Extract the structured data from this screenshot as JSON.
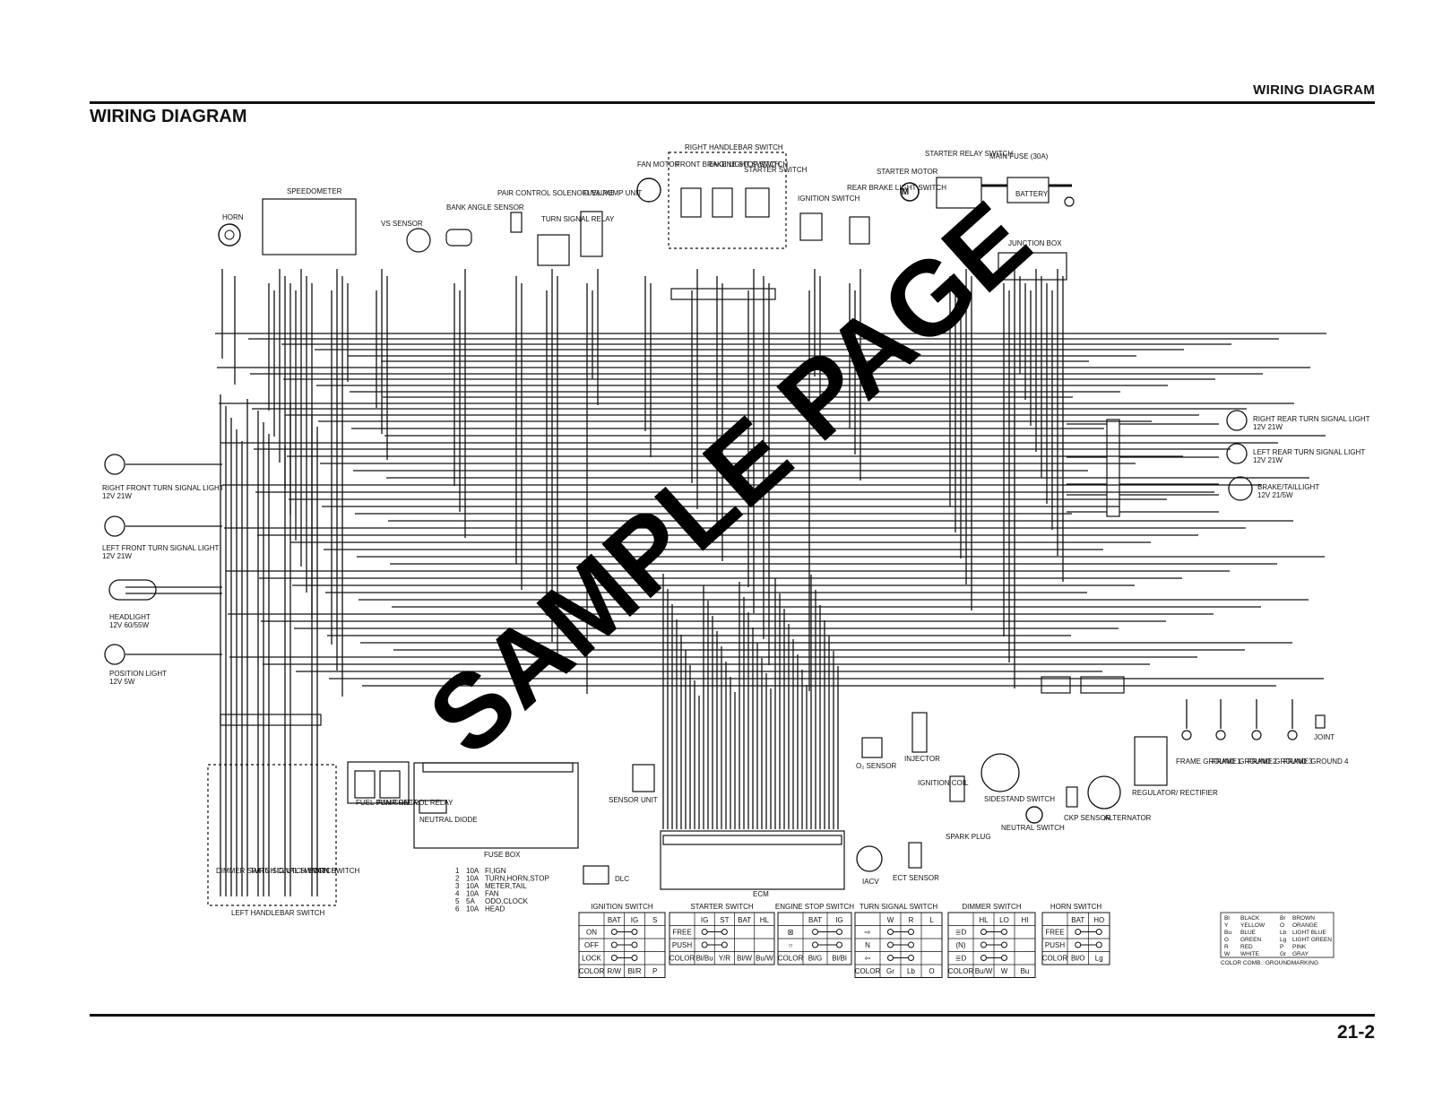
{
  "header": {
    "section_title": "WIRING DIAGRAM",
    "page_title": "WIRING DIAGRAM",
    "page_number": "21-2",
    "watermark": "SAMPLE PAGE"
  },
  "components": {
    "horn": "HORN",
    "speedometer": "SPEEDOMETER",
    "vs_sensor": "VS SENSOR",
    "bank_angle_sensor": "BANK ANGLE SENSOR",
    "pair_control": "PAIR CONTROL SOLENOID VALVE",
    "turn_signal_relay": "TURN SIGNAL RELAY",
    "fuel_pump_unit": "FUEL PUMP UNIT",
    "fan_motor": "FAN MOTOR",
    "right_handlebar_switch": "RIGHT HANDLEBAR SWITCH",
    "front_brake_light_switch": "FRONT BRAKE LIGHT SWITCH",
    "engine_stop_switch": "ENGINE STOP SWITCH",
    "starter_switch": "STARTER SWITCH",
    "ignition_switch": "IGNITION SWITCH",
    "rear_brake_light_switch": "REAR BRAKE LIGHT SWITCH",
    "starter_motor": "STARTER MOTOR",
    "starter_relay_switch": "STARTER RELAY SWITCH",
    "main_fuse": "MAIN FUSE (30A)",
    "battery": "BATTERY",
    "junction_box": "JUNCTION BOX",
    "right_front_turn": "RIGHT FRONT TURN SIGNAL LIGHT",
    "right_front_turn_spec": "12V 21W",
    "left_front_turn": "LEFT FRONT TURN SIGNAL LIGHT",
    "left_front_turn_spec": "12V 21W",
    "headlight": "HEADLIGHT",
    "headlight_spec": "12V 60/55W",
    "position_light": "POSITION LIGHT",
    "position_light_spec": "12V 5W",
    "right_rear_turn": "RIGHT REAR TURN SIGNAL LIGHT",
    "right_rear_turn_spec": "12V 21W",
    "left_rear_turn": "LEFT REAR TURN SIGNAL LIGHT",
    "left_rear_turn_spec": "12V 21W",
    "brake_taillight": "BRAKE/TAILLIGHT",
    "brake_taillight_spec": "12V 21/5W",
    "fuel_pump_relay": "FUEL PUMP RELAY",
    "fan_control_relay": "FAN CONTROL RELAY",
    "neutral_diode": "NEUTRAL DIODE",
    "fuse_box": "FUSE BOX",
    "sensor_unit": "SENSOR UNIT",
    "dlc": "DLC",
    "ecm": "ECM",
    "iacv": "IACV",
    "ect_sensor": "ECT SENSOR",
    "o2_sensor": "O₂ SENSOR",
    "injector": "INJECTOR",
    "ignition_coil": "IGNITION COIL",
    "spark_plug": "SPARK PLUG",
    "sidestand_switch": "SIDESTAND SWITCH",
    "neutral_switch": "NEUTRAL SWITCH",
    "ckp_sensor": "CKP SENSOR",
    "alternator": "ALTERNATOR",
    "regulator": "REGULATOR/ RECTIFIER",
    "frame_ground_1": "FRAME GROUND 1",
    "frame_ground_2": "FRAME GROUND 2",
    "frame_ground_3": "FRAME GROUND 3",
    "frame_ground_4": "FRAME GROUND 4",
    "joint": "JOINT",
    "dimmer_switch": "DIMMER SWITCH",
    "turn_signal_switch": "TURN SIGNAL SWITCH",
    "clutch_switch": "CLUTCH SWITCH",
    "horn_switch": "HORN SWITCH",
    "left_handlebar_switch": "LEFT HANDLEBAR SWITCH"
  },
  "fuse_list": [
    {
      "num": "1",
      "amp": "10A",
      "name": "FI,IGN"
    },
    {
      "num": "2",
      "amp": "10A",
      "name": "TURN,HORN,STOP"
    },
    {
      "num": "3",
      "amp": "10A",
      "name": "METER,TAIL"
    },
    {
      "num": "4",
      "amp": "10A",
      "name": "FAN"
    },
    {
      "num": "5",
      "amp": "5A",
      "name": "ODO,CLOCK"
    },
    {
      "num": "6",
      "amp": "10A",
      "name": "HEAD"
    }
  ],
  "switch_tables": [
    {
      "title": "IGNITION SWITCH",
      "cols": [
        "BAT",
        "IG",
        "S"
      ],
      "rows": [
        "ON",
        "OFF",
        "LOCK"
      ],
      "color_row": [
        "R/W",
        "Bl/R",
        "P"
      ]
    },
    {
      "title": "STARTER SWITCH",
      "cols": [
        "IG",
        "ST",
        "BAT",
        "HL"
      ],
      "rows": [
        "FREE",
        "PUSH"
      ],
      "color_row": [
        "Bl/Bu",
        "Y/R",
        "Bl/W",
        "Bu/W"
      ]
    },
    {
      "title": "ENGINE STOP SWITCH",
      "cols": [
        "BAT",
        "IG"
      ],
      "rows": [
        "⊠",
        "○"
      ],
      "color_row": [
        "Bl/G",
        "Bl/Bl"
      ]
    },
    {
      "title": "TURN SIGNAL SWITCH",
      "cols": [
        "W",
        "R",
        "L"
      ],
      "rows": [
        "⇨",
        "N",
        "⇦"
      ],
      "color_row": [
        "Gr",
        "Lb",
        "O"
      ]
    },
    {
      "title": "DIMMER SWITCH",
      "cols": [
        "HL",
        "LO",
        "HI"
      ],
      "rows": [
        "≣D",
        "(N)",
        "≣D"
      ],
      "color_row": [
        "Bu/W",
        "W",
        "Bu"
      ]
    },
    {
      "title": "HORN SWITCH",
      "cols": [
        "BAT",
        "HO"
      ],
      "rows": [
        "FREE",
        "PUSH"
      ],
      "color_row": [
        "Bl/O",
        "Lg"
      ]
    }
  ],
  "table_color_label": "COLOR",
  "color_legend": [
    {
      "code": "Bl",
      "name": "BLACK",
      "code2": "Br",
      "name2": "BROWN"
    },
    {
      "code": "Y",
      "name": "YELLOW",
      "code2": "O",
      "name2": "ORANGE"
    },
    {
      "code": "Bu",
      "name": "BLUE",
      "code2": "Lb",
      "name2": "LIGHT BLUE"
    },
    {
      "code": "G",
      "name": "GREEN",
      "code2": "Lg",
      "name2": "LIGHT GREEN"
    },
    {
      "code": "R",
      "name": "RED",
      "code2": "P",
      "name2": "PINK"
    },
    {
      "code": "W",
      "name": "WHITE",
      "code2": "Gr",
      "name2": "GRAY"
    }
  ],
  "legend_caption": "COLOR COMB.: GROUNDMARKING"
}
